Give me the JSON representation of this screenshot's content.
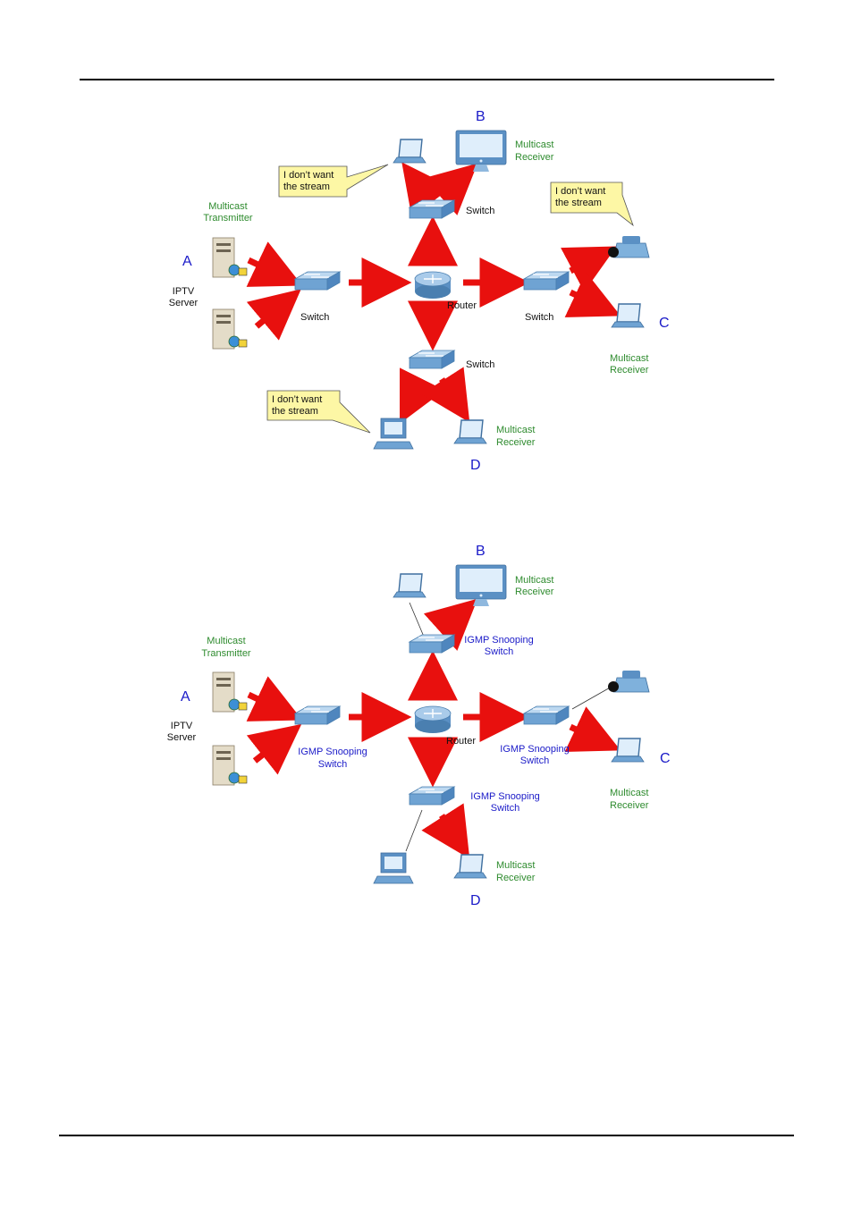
{
  "colors": {
    "arrow": "#e8100e",
    "green_text": "#2e8b2e",
    "blue_text": "#1a1ac8",
    "callout": "#fdf7a5",
    "device": "#7fb1dc"
  },
  "diagram1": {
    "letters": {
      "a": "A",
      "b": "B",
      "c": "C",
      "d": "D"
    },
    "transmitter": [
      "Multicast",
      "Transmitter"
    ],
    "server": [
      "IPTV",
      "Server"
    ],
    "router": "Router",
    "switch_left": [
      "Switch"
    ],
    "switch_top": [
      "Switch"
    ],
    "switch_right": [
      "Switch"
    ],
    "switch_bottom": [
      "Switch"
    ],
    "receiver_b": [
      "Multicast",
      "Receiver"
    ],
    "receiver_c": [
      "Multicast",
      "Receiver"
    ],
    "receiver_d": [
      "Multicast",
      "Receiver"
    ],
    "callout_top": [
      "I don’t want",
      "the stream"
    ],
    "callout_right": [
      "I don’t want",
      "the stream"
    ],
    "callout_bottom": [
      "I don’t want",
      "the stream"
    ]
  },
  "diagram2": {
    "letters": {
      "a": "A",
      "b": "B",
      "c": "C",
      "d": "D"
    },
    "transmitter": [
      "Multicast",
      "Transmitter"
    ],
    "server": [
      "IPTV",
      "Server"
    ],
    "router": "Router",
    "switch_left": [
      "IGMP Snooping",
      "Switch"
    ],
    "switch_top": [
      "IGMP Snooping",
      "Switch"
    ],
    "switch_right": [
      "IGMP Snooping",
      "Switch"
    ],
    "switch_bottom": [
      "IGMP Snooping",
      "Switch"
    ],
    "receiver_b": [
      "Multicast",
      "Receiver"
    ],
    "receiver_c": [
      "Multicast",
      "Receiver"
    ],
    "receiver_d": [
      "Multicast",
      "Receiver"
    ]
  }
}
